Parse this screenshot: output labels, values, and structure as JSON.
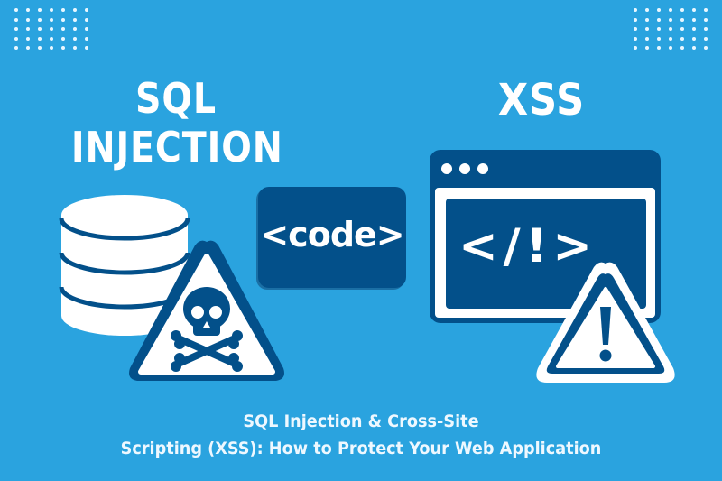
{
  "colors": {
    "background": "#2aa3df",
    "dark_blue": "#03508a",
    "white": "#ffffff",
    "dots": "#e9f7ff"
  },
  "decor": {
    "dot_grid_left": {
      "columns": 7,
      "rows": 5
    },
    "dot_grid_right": {
      "columns": 7,
      "rows": 5
    }
  },
  "left_panel": {
    "title_line1": "SQL",
    "title_line2": "INJECTION",
    "icons": [
      "database-icon",
      "skull-warning-triangle-icon"
    ]
  },
  "center_panel": {
    "code_label": "<code>"
  },
  "right_panel": {
    "title": "XSS",
    "window_code": "</!>",
    "icons": [
      "browser-window-icon",
      "warning-triangle-icon"
    ]
  },
  "caption": {
    "line1": "SQL Injection & Cross-Site",
    "line2": "Scripting (XSS): How to Protect Your Web Application"
  }
}
